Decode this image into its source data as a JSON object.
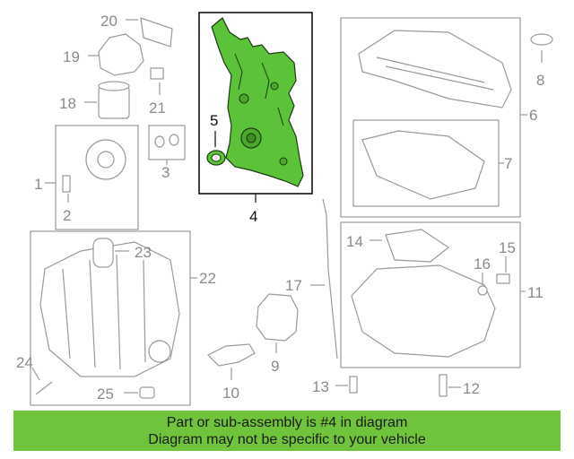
{
  "labels": {
    "l1": "1",
    "l2": "2",
    "l3": "3",
    "l4": "4",
    "l5": "5",
    "l6": "6",
    "l7": "7",
    "l8": "8",
    "l9": "9",
    "l10": "10",
    "l11": "11",
    "l12": "12",
    "l13": "13",
    "l14": "14",
    "l15": "15",
    "l16": "16",
    "l17": "17",
    "l18": "18",
    "l19": "19",
    "l20": "20",
    "l21": "21",
    "l22": "22",
    "l23": "23",
    "l24": "24",
    "l25": "25"
  },
  "banner": {
    "line1": "Part or sub-assembly is #4 in diagram",
    "line2": "Diagram may not be specific to your vehicle"
  },
  "colors": {
    "highlight": "#5cc23a",
    "banner": "#6fc43b",
    "part_outline": "#9a9a9a"
  }
}
